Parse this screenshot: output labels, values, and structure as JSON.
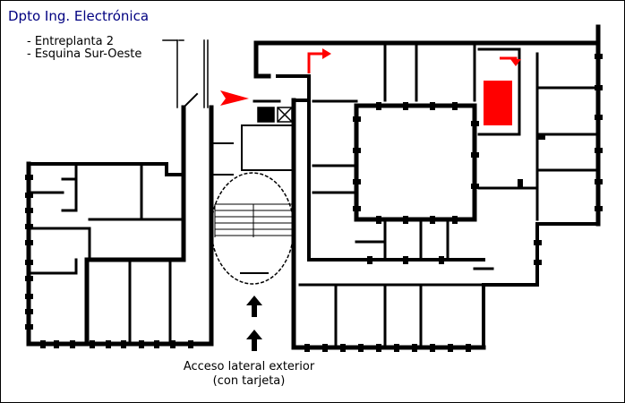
{
  "title": "Dpto Ing. Electrónica",
  "notes": [
    "- Entreplanta 2",
    "- Esquina Sur-Oeste"
  ],
  "caption": [
    "Acceso lateral exterior",
    "(con tarjeta)"
  ],
  "colors": {
    "wall": "#000000",
    "title": "#000080",
    "highlight": "#ff0000",
    "arrow": "#ff0000"
  },
  "icons": [
    "entrance-arrow-icon",
    "route-arrow-icon",
    "up-arrow-icon",
    "stairs-icon"
  ]
}
